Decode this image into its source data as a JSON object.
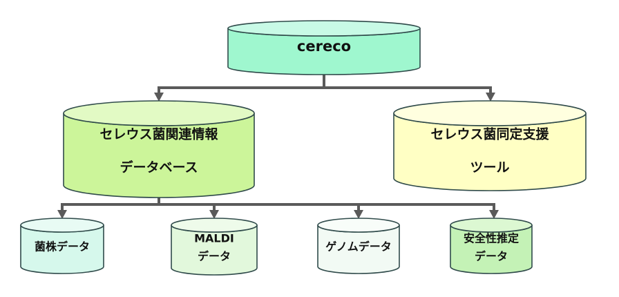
{
  "diagram": {
    "root": {
      "id": "cereco",
      "lines": [
        "cereco"
      ],
      "fill": "#9ff7cf",
      "top_fill": "#c8fae6"
    },
    "level2": [
      {
        "id": "bacillus-cereus-db",
        "lines": [
          "セレウス菌関連情報",
          "データベース"
        ],
        "fill": "#ccf59a",
        "top_fill": "#e2fac4"
      },
      {
        "id": "identification-tool",
        "lines": [
          "セレウス菌同定支援",
          "ツール"
        ],
        "fill": "#ffffc4",
        "top_fill": "#ffffdf"
      }
    ],
    "level3": [
      {
        "id": "strain-data",
        "lines": [
          "菌株データ"
        ],
        "fill": "#d6f8ec",
        "top_fill": "#e8fbf4"
      },
      {
        "id": "maldi-data",
        "lines": [
          "MALDI",
          "データ"
        ],
        "fill": "#e2f8dc",
        "top_fill": "#eefbea"
      },
      {
        "id": "genome-data",
        "lines": [
          "ゲノムデータ"
        ],
        "fill": "#f2faf4",
        "top_fill": "#f8fdf9"
      },
      {
        "id": "safety-estimation-data",
        "lines": [
          "安全性推定",
          "データ"
        ],
        "fill": "#c4f2b6",
        "top_fill": "#dcf8d2"
      }
    ],
    "edges": [
      {
        "from": "cereco",
        "to": "bacillus-cereus-db"
      },
      {
        "from": "cereco",
        "to": "identification-tool"
      },
      {
        "from": "bacillus-cereus-db",
        "to": "strain-data"
      },
      {
        "from": "bacillus-cereus-db",
        "to": "maldi-data"
      },
      {
        "from": "bacillus-cereus-db",
        "to": "genome-data"
      },
      {
        "from": "bacillus-cereus-db",
        "to": "safety-estimation-data"
      }
    ],
    "colors": {
      "connector": "#5a5a5a",
      "outline": "#2f4a4a"
    }
  }
}
